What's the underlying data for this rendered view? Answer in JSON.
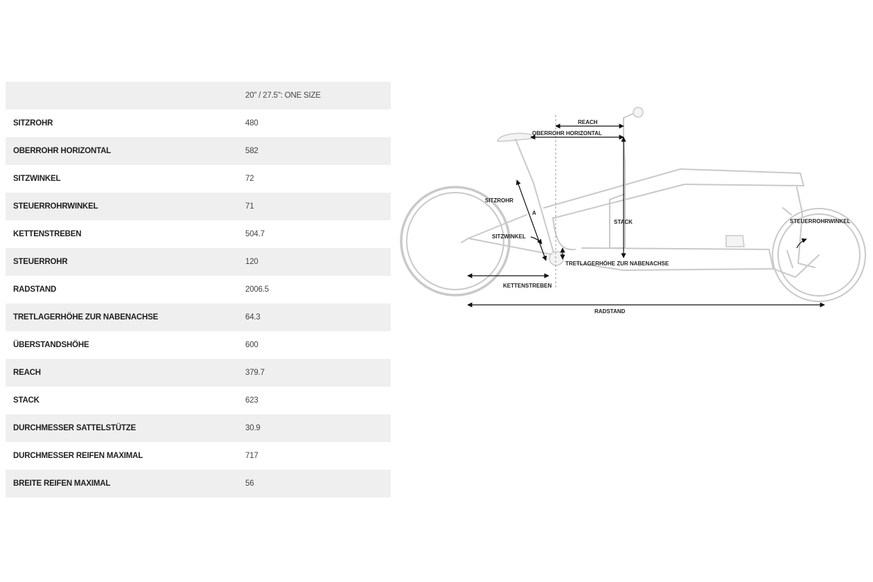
{
  "table": {
    "header": {
      "label": "",
      "value": "20\" / 27.5\": ONE SIZE"
    },
    "rows": [
      {
        "label": "SITZROHR",
        "value": "480"
      },
      {
        "label": "OBERROHR HORIZONTAL",
        "value": "582"
      },
      {
        "label": "SITZWINKEL",
        "value": "72"
      },
      {
        "label": "STEUERROHRWINKEL",
        "value": "71"
      },
      {
        "label": "KETTENSTREBEN",
        "value": "504.7"
      },
      {
        "label": "STEUERROHR",
        "value": "120"
      },
      {
        "label": "RADSTAND",
        "value": "2006.5"
      },
      {
        "label": "TRETLAGERHÖHE ZUR NABENACHSE",
        "value": "64.3"
      },
      {
        "label": "ÜBERSTANDSHÖHE",
        "value": "600"
      },
      {
        "label": "REACH",
        "value": "379.7"
      },
      {
        "label": "STACK",
        "value": "623"
      },
      {
        "label": "DURCHMESSER SATTELSTÜTZE",
        "value": "30.9"
      },
      {
        "label": "DURCHMESSER REIFEN MAXIMAL",
        "value": "717"
      },
      {
        "label": "BREITE REIFEN MAXIMAL",
        "value": "56"
      }
    ]
  },
  "diagram": {
    "labels": {
      "reach": "REACH",
      "top_tube": "OBERROHR HORIZONTAL",
      "seat_tube": "SITZROHR",
      "stack": "STACK",
      "head_angle": "STEUERROHRWINKEL",
      "seat_angle": "SITZWINKEL",
      "bb_height": "TRETLAGERHÖHE ZUR NABENACHSE",
      "chainstays": "KETTENSTREBEN",
      "wheelbase": "RADSTAND",
      "seat_tube_marker": "A"
    }
  }
}
